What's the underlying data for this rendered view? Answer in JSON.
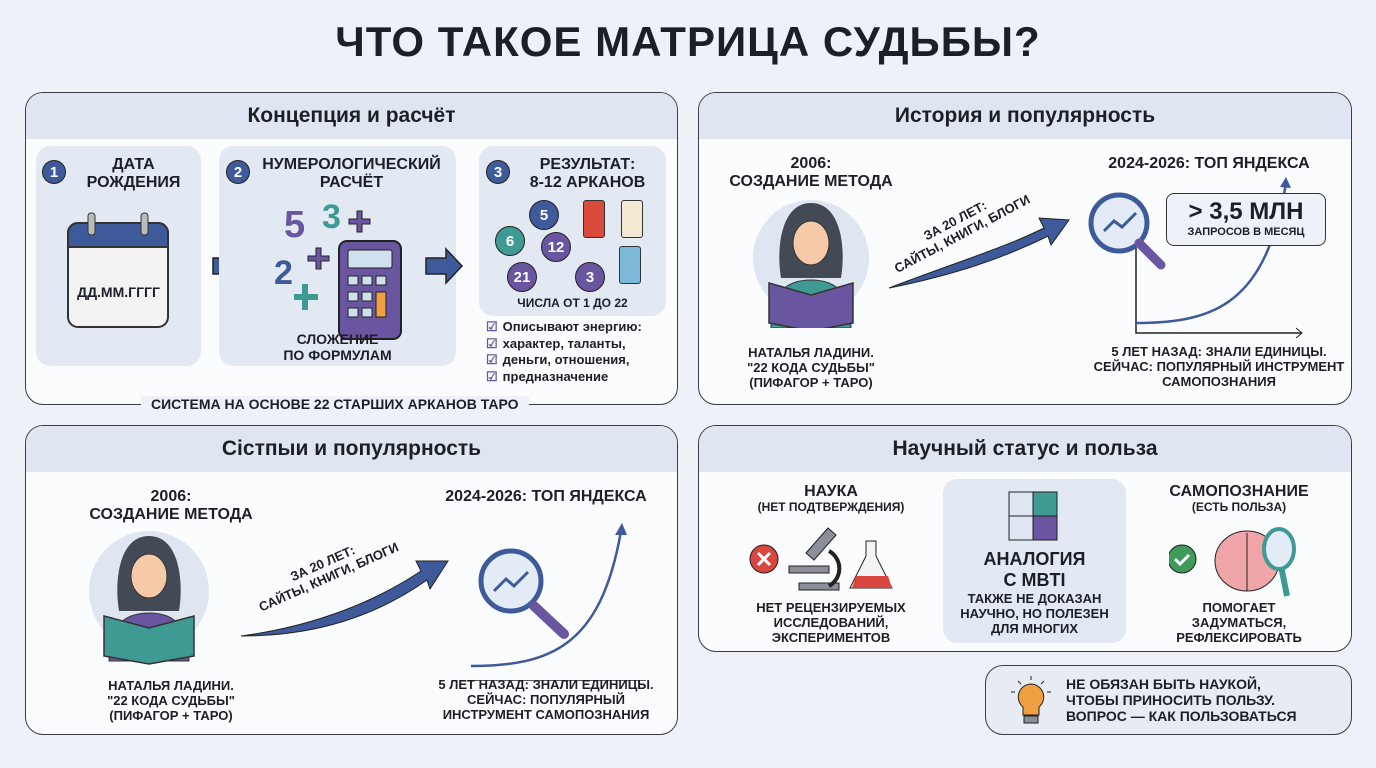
{
  "title": "Что такое матрица судьбы?",
  "concept": {
    "header": "Концепция и расчёт",
    "steps": [
      {
        "num": "1",
        "label": "Дата\nрождения",
        "calendar_text": "ДД.ММ.ГГГГ"
      },
      {
        "num": "2",
        "label": "Нумерологический\nрасчёт",
        "numbers": [
          "5",
          "3",
          "2"
        ],
        "caption": "Сложение\nпо формулам"
      },
      {
        "num": "3",
        "label": "Результат:\n8-12 арканов",
        "balls": [
          "5",
          "6",
          "12",
          "21",
          "3"
        ],
        "caption": "Числа от 1 до 22"
      }
    ],
    "checks": [
      "Описывают энергию:",
      "характер, таланты,",
      "деньги, отношения,",
      "предназначение"
    ],
    "footer": "Система на основе 22 старших арканов Таро"
  },
  "history": {
    "header": "История и популярность",
    "start_title": "2006:\nсоздание метода",
    "author": "Наталья Ладини.\n\"22 кода судьбы\"\n(Пифагор + Таро)",
    "arrow_text": "За 20 лет:\nсайты, книги, блоги",
    "end_title": "2024-2026: топ Яндекса",
    "stat_value": "> 3,5 млн",
    "stat_label": "запросов в месяц",
    "caption": "5 лет назад: знали единицы.\nСейчас: популярный инструмент\nсамопознания"
  },
  "history2": {
    "header": "Сістпыи и популярность",
    "start_title": "2006:\nсоздание метода",
    "author": "Наталья Ладини.\n\"22 кода судьбы\"\n(Пифагор + Таро)",
    "arrow_text": "За 20 лет:\nсайты, книги, блоги",
    "end_title": "2024-2026: топ Яндекса",
    "caption": "5 лет назад: знали единицы.\nСейчас: популярный\nинструмент самопознания"
  },
  "science": {
    "header": "Научный статус и польза",
    "science_title": "Наука",
    "science_sub": "(нет подтверждения)",
    "science_text": "Нет рецензируемых\nисследований,\nэкспериментов",
    "mbti_title": "Аналогия\nс MBTI",
    "mbti_text": "Также не доказан\nнаучно, но полезен\nдля многих",
    "self_title": "Самопознание",
    "self_sub": "(есть польза)",
    "self_text": "Помогает\nзадуматься,\nрефлексировать"
  },
  "callout": {
    "text": "Не обязан быть наукой,\nчтобы приносить пользу.\nВопрос — как пользоваться"
  },
  "colors": {
    "navy": "#3f5a9a",
    "purple": "#6a55a0",
    "teal": "#3f9a94",
    "orange": "#f0a040",
    "red": "#d9463f",
    "green": "#3e9b5a"
  }
}
